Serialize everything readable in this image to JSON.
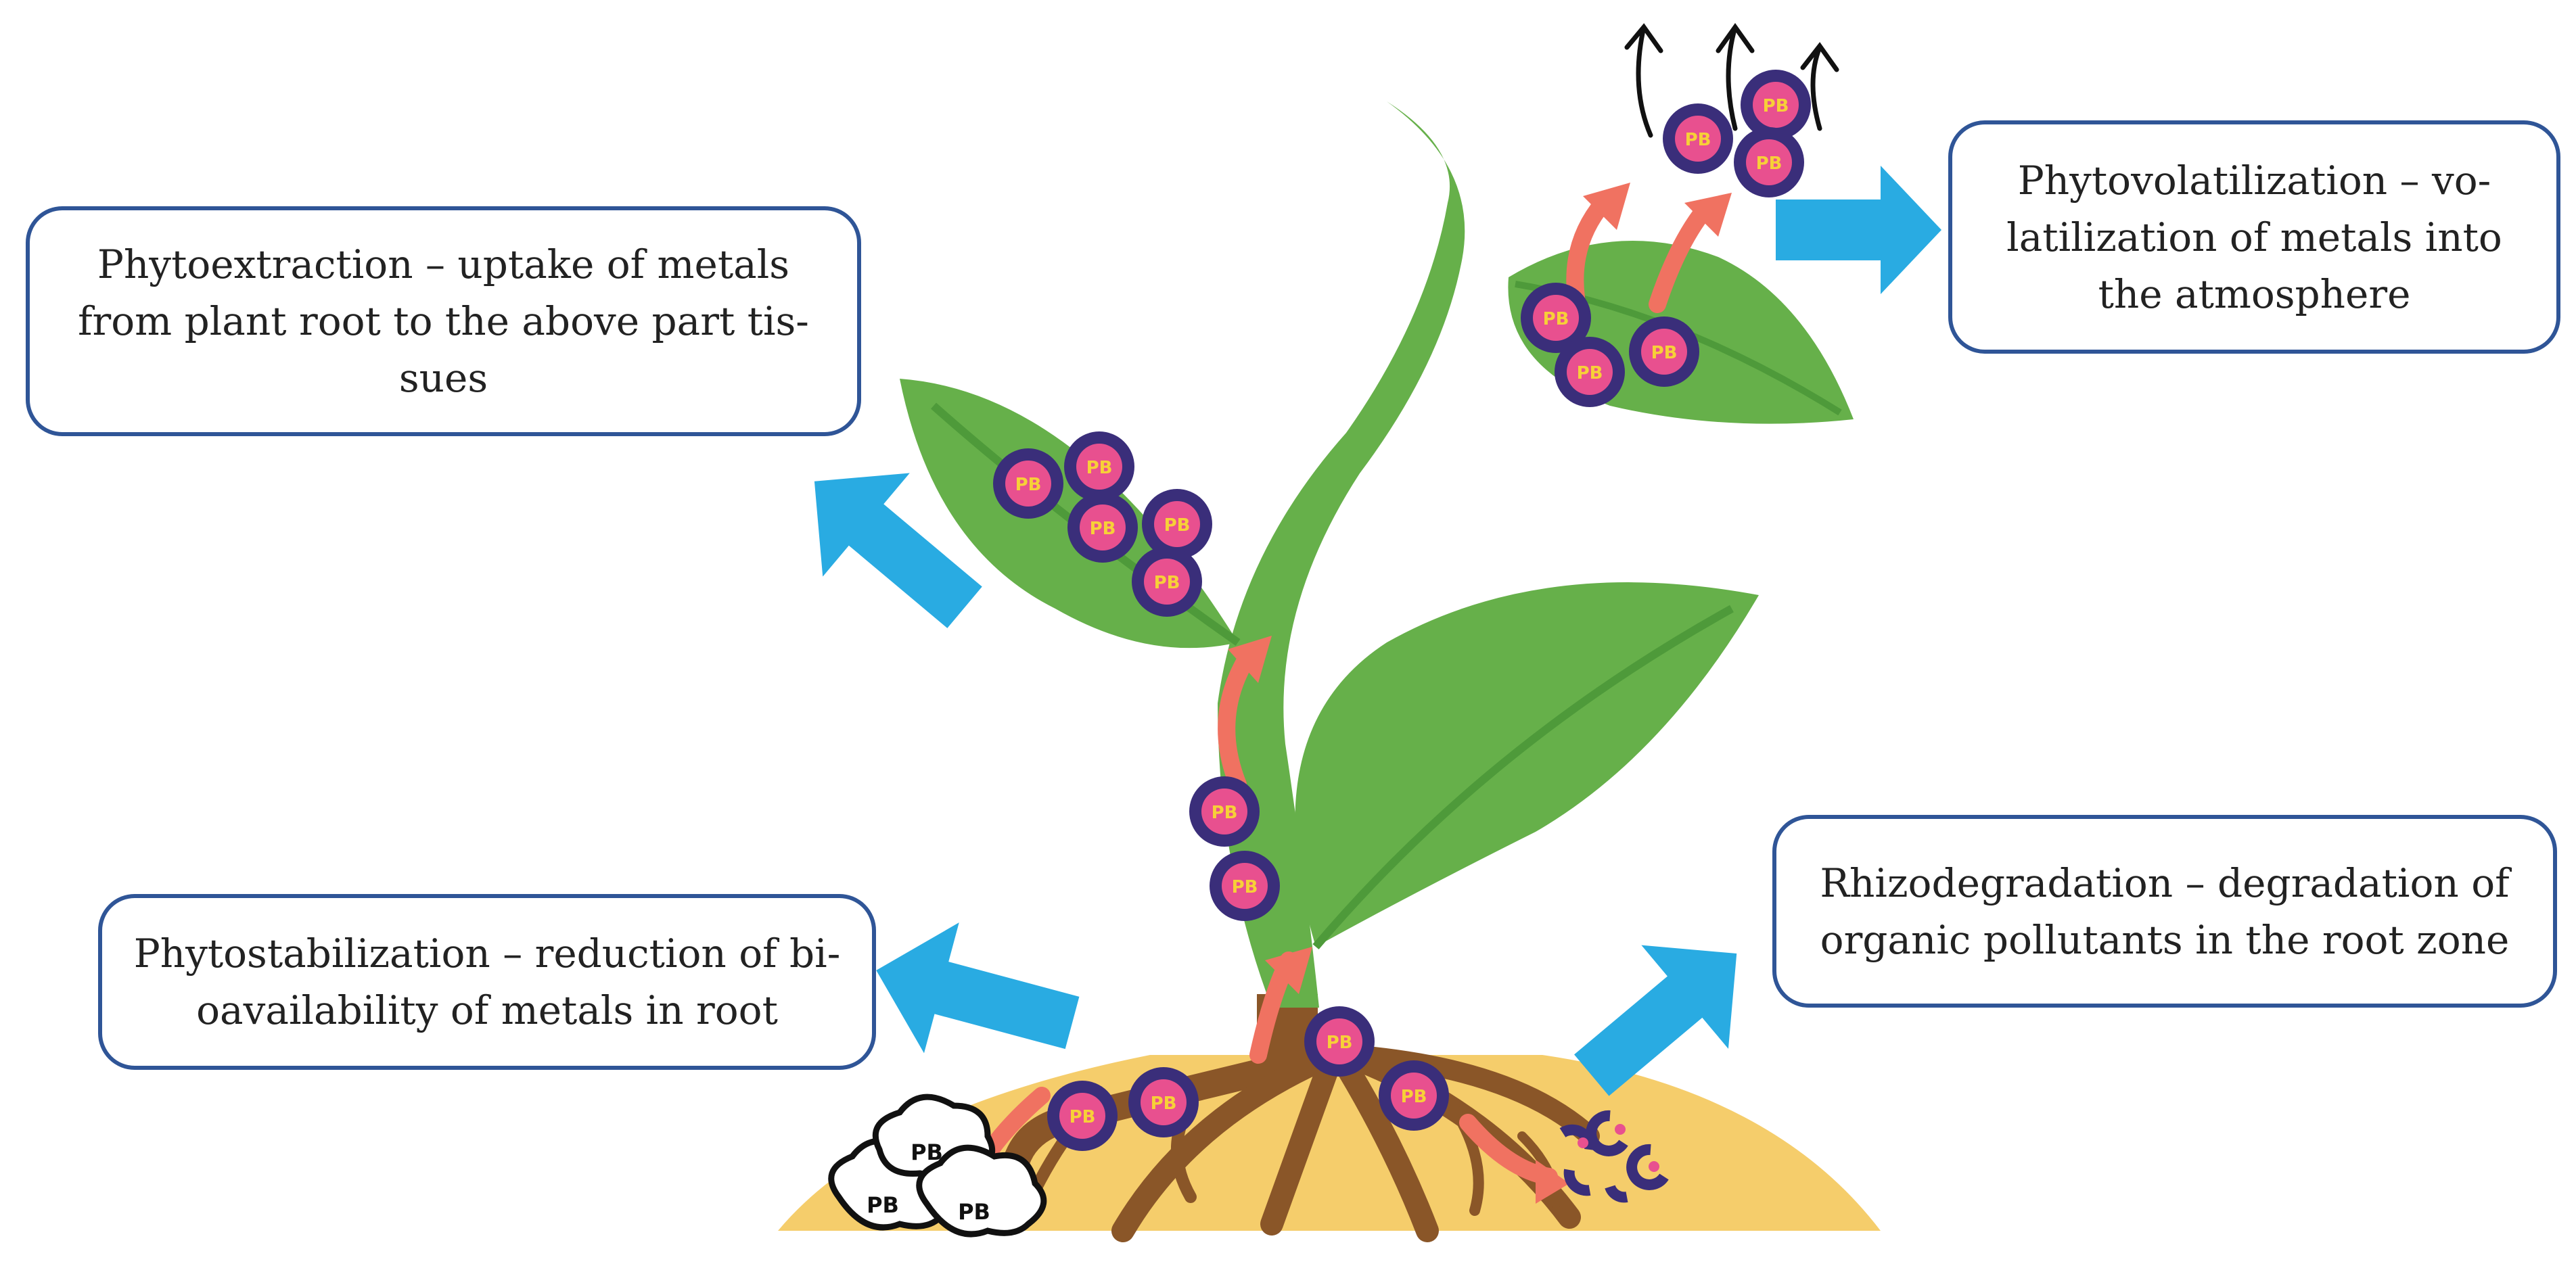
{
  "labels": {
    "phytoextraction": [
      "Phytoextraction – uptake of metals",
      "from plant root to the above part tis-",
      "sues"
    ],
    "phytovolatilization": [
      "Phytovolatilization – vo-",
      "latilization of metals into",
      "the atmosphere"
    ],
    "phytostabilization": [
      "Phytostabilization – reduction of bi-",
      "oavailability of metals in root"
    ],
    "rhizodegradation": [
      "Rhizodegradation – degradation of",
      "organic pollutants in the root zone"
    ]
  },
  "metal_label": "PB",
  "colors": {
    "box_border": "#2f5597",
    "arrow_blue": "#29abe2",
    "arrow_salmon": "#f07261",
    "leaf": "#66b04a",
    "leaf_dark": "#4e9a3a",
    "soil": "#f5cd6b",
    "root": "#8a5628",
    "particle_outer": "#3a2e7a",
    "particle_inner": "#e8508f",
    "particle_text": "#f7d038"
  },
  "icons": [
    "blue-arrow-icon",
    "salmon-curved-arrow-icon",
    "metal-particle-icon",
    "cloud-cluster-icon",
    "up-arrow-icon"
  ]
}
